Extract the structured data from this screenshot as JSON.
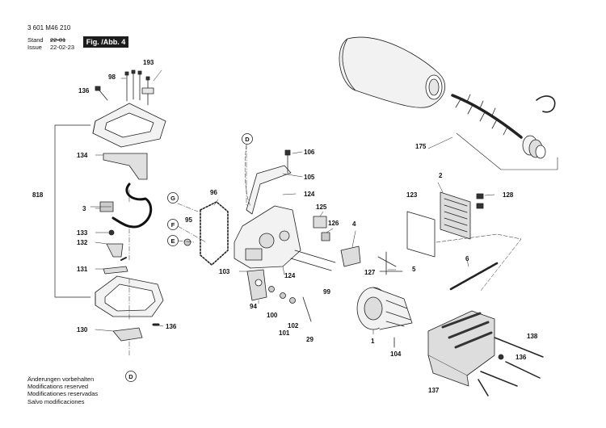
{
  "header": {
    "doc_number": "3 601 M46 210",
    "stand_label": "Stand",
    "issue_label": "Issue",
    "stand_value": "22-01",
    "issue_value": "22-02-23",
    "figure": "Fig. /Abb. 4"
  },
  "section_markers": [
    "D",
    "D",
    "G",
    "F",
    "E"
  ],
  "part_labels": [
    "193",
    "98",
    "136",
    "134",
    "3",
    "133",
    "132",
    "131",
    "130",
    "136",
    "818",
    "106",
    "105",
    "124",
    "96",
    "125",
    "126",
    "4",
    "95",
    "103",
    "124",
    "99",
    "94",
    "100",
    "101",
    "102",
    "29",
    "127",
    "5",
    "123",
    "2",
    "128",
    "6",
    "1",
    "104",
    "175",
    "138",
    "136",
    "137"
  ],
  "notes": [
    "Änderungen vorbehalten",
    "Modifications reserved",
    "Modificationes reservadas",
    "Salvo modificaciones"
  ],
  "colors": {
    "line": "#222222",
    "fill_light": "#f2f2f2",
    "fill_mid": "#bdbdbd",
    "fill_dark": "#333333",
    "figure_bg": "#1c1c1c"
  }
}
